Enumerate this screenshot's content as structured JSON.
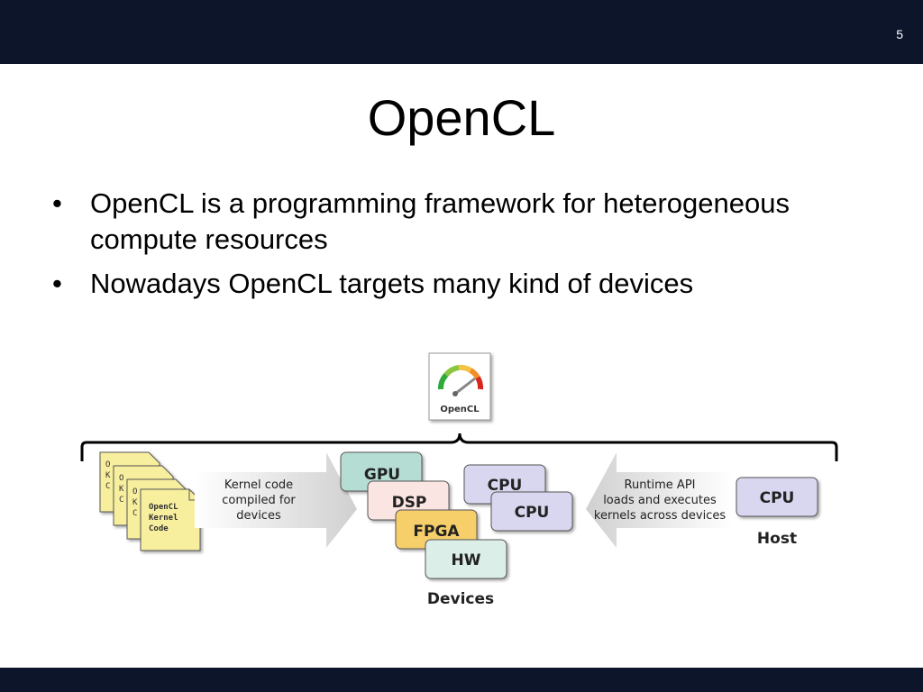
{
  "slide": {
    "number": "5",
    "title": "OpenCL",
    "bullets": [
      "OpenCL is a programming framework for heterogeneous compute resources",
      "Nowadays OpenCL targets many kind of devices"
    ]
  },
  "diagram": {
    "logo_label": "OpenCL",
    "kernel_file": {
      "line1": "OpenCL",
      "line2": "Kernel",
      "line3": "Code"
    },
    "kernel_file_back_fragments": [
      "O",
      "K",
      "C"
    ],
    "arrow_left_text": [
      "Kernel code",
      "compiled for",
      "devices"
    ],
    "arrow_right_text": [
      "Runtime API",
      "loads and executes",
      "kernels across devices"
    ],
    "devices": {
      "gpu": "GPU",
      "dsp": "DSP",
      "fpga": "FPGA",
      "hw": "HW",
      "cpu1": "CPU",
      "cpu2": "CPU",
      "caption": "Devices"
    },
    "host": {
      "cpu": "CPU",
      "caption": "Host"
    },
    "colors": {
      "gpu": "#b5ddd4",
      "dsp": "#fbe5e3",
      "fpga": "#f7cf6a",
      "hw": "#dbeee7",
      "cpu": "#d8d7ef",
      "kernel_file": "#f7ef9d",
      "bar": "#0c1529"
    }
  }
}
